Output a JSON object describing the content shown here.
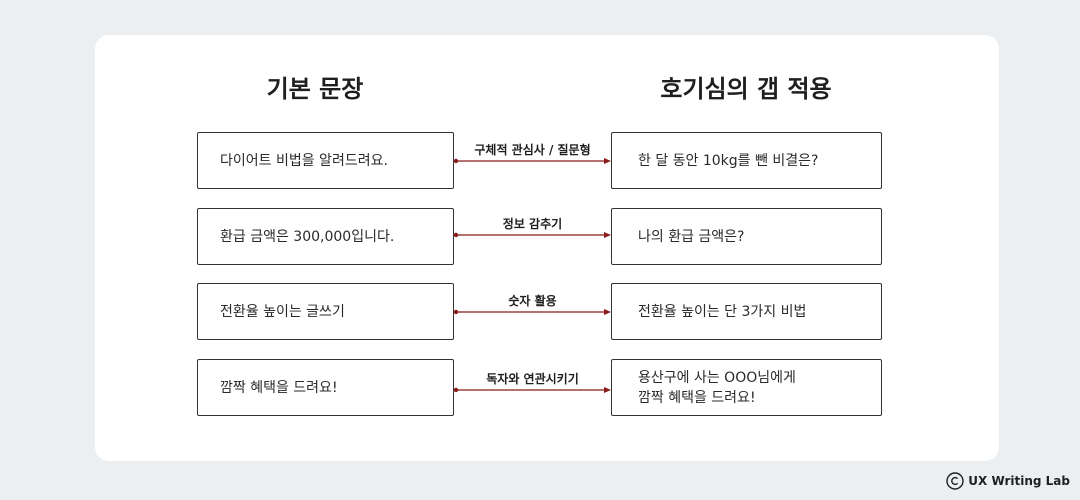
{
  "left_column": {
    "title": "기본 문장",
    "items": [
      "다이어트 비법을 알려드려요.",
      "환급 금액은 300,000입니다.",
      "전환율 높이는 글쓰기",
      "깜짝 혜택을 드려요!"
    ]
  },
  "right_column": {
    "title": "호기심의 갭 적용",
    "items": [
      "한 달 동안 10kg를 뺀 비결은?",
      "나의 환급 금액은?",
      "전환율 높이는 단 3가지 비법",
      "용산구에 사는 OOO님에게\n깜짝 혜택을 드려요!"
    ]
  },
  "connectors": [
    "구체적 관심사 / 질문형",
    "정보 감추기",
    "숫자 활용",
    "독자와 연관시키기"
  ],
  "colors": {
    "arrow": "#8b1a1a",
    "background": "#eceff2",
    "card": "#ffffff"
  },
  "footer": {
    "text": "UX Writing Lab",
    "icon": "copyright-icon"
  }
}
